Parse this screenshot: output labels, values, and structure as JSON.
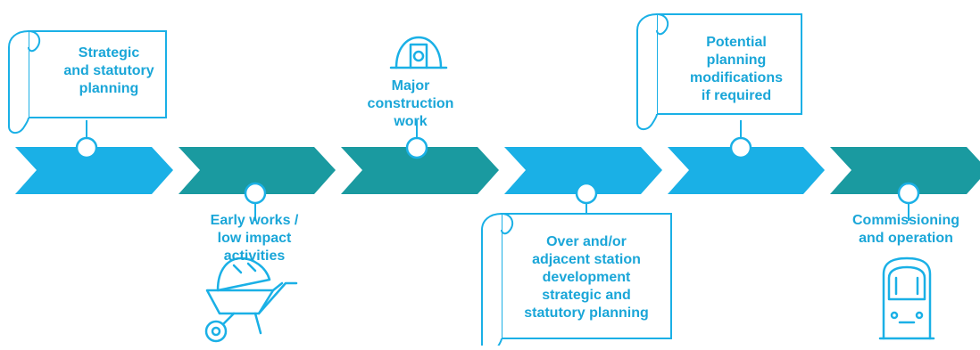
{
  "colors": {
    "light_blue": "#1ab0e6",
    "teal": "#1a9aa0",
    "text_blue": "#1aa6d8",
    "outline": "#1ab0e6"
  },
  "stages": [
    {
      "id": "s1",
      "label": "Strategic\nand statutory\nplanning",
      "color": "light_blue",
      "marker": "above",
      "icon": "scroll-icon"
    },
    {
      "id": "s2",
      "label": "Early works /\nlow impact\nactivities",
      "color": "teal",
      "marker": "below",
      "icon": "wheelbarrow-icon"
    },
    {
      "id": "s3",
      "label": "Major\nconstruction\nwork",
      "color": "teal",
      "marker": "above",
      "icon": "hard-hat-icon"
    },
    {
      "id": "s4",
      "label": "Over and/or\nadjacent station\ndevelopment\nstrategic and\nstatutory planning",
      "color": "light_blue",
      "marker": "below",
      "icon": "scroll-icon"
    },
    {
      "id": "s5",
      "label": "Potential\nplanning\nmodifications\nif required",
      "color": "light_blue",
      "marker": "above",
      "icon": "scroll-icon"
    },
    {
      "id": "s6",
      "label": "Commissioning\nand operation",
      "color": "teal",
      "marker": "below",
      "icon": "train-icon"
    }
  ]
}
